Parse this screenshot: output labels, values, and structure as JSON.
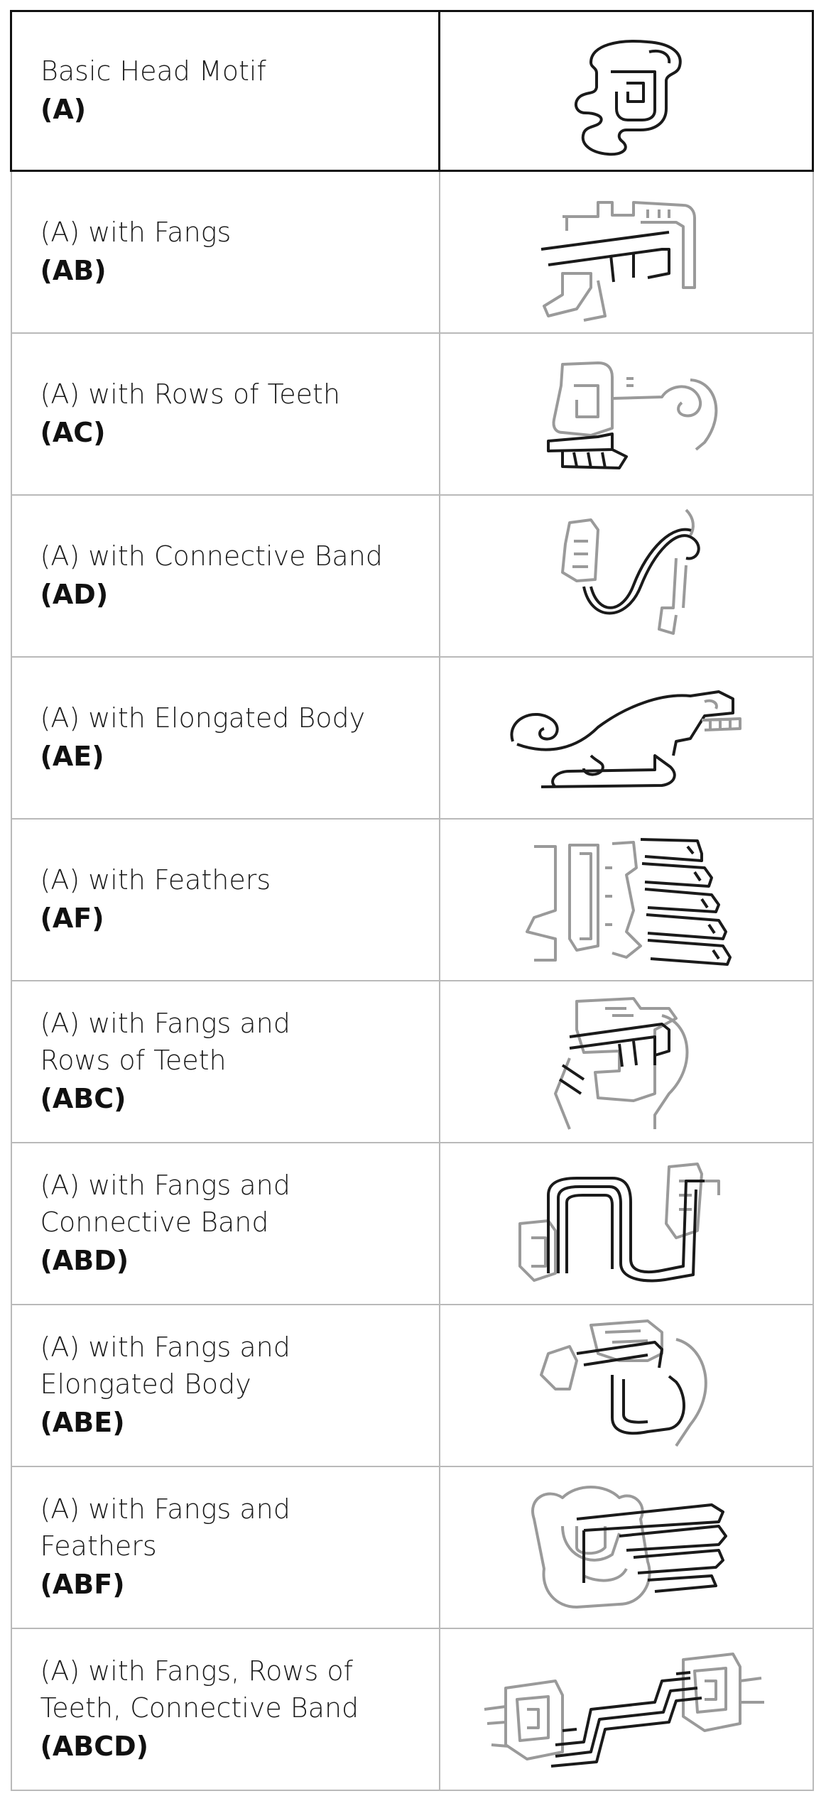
{
  "rows": [
    {
      "description": "Basic Head Motif",
      "code": "(A)",
      "icon": "basic-head-motif-drawing"
    },
    {
      "description": "(A) with Fangs",
      "code": "(AB)",
      "icon": "fangs-motif-drawing"
    },
    {
      "description": "(A) with Rows of Teeth",
      "code": "(AC)",
      "icon": "rows-of-teeth-motif-drawing"
    },
    {
      "description": "(A) with Connective Band",
      "code": "(AD)",
      "icon": "connective-band-motif-drawing"
    },
    {
      "description": "(A) with Elongated Body",
      "code": "(AE)",
      "icon": "elongated-body-motif-drawing"
    },
    {
      "description": "(A) with Feathers",
      "code": "(AF)",
      "icon": "feathers-motif-drawing"
    },
    {
      "description": "(A) with Fangs and\nRows of Teeth",
      "code": "(ABC)",
      "icon": "fangs-teeth-motif-drawing"
    },
    {
      "description": "(A) with Fangs and\nConnective Band",
      "code": "(ABD)",
      "icon": "fangs-band-motif-drawing"
    },
    {
      "description": "(A) with Fangs and\nElongated Body",
      "code": "(ABE)",
      "icon": "fangs-body-motif-drawing"
    },
    {
      "description": "(A) with Fangs and\nFeathers",
      "code": "(ABF)",
      "icon": "fangs-feathers-motif-drawing"
    },
    {
      "description": "(A) with Fangs, Rows of\nTeeth, Connective Band",
      "code": "(ABCD)",
      "icon": "fangs-teeth-band-motif-drawing"
    }
  ]
}
